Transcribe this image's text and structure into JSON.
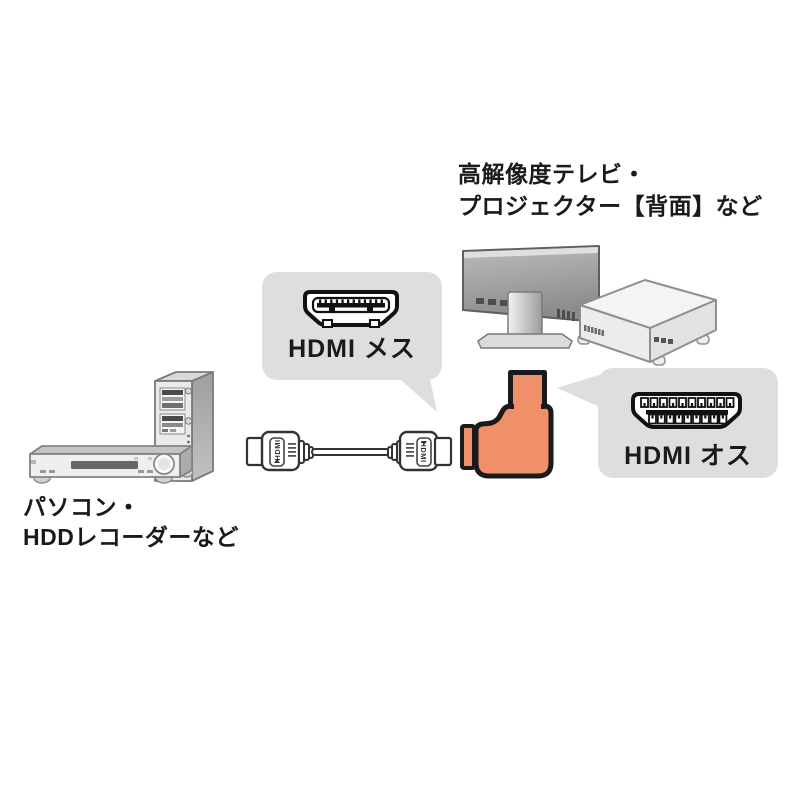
{
  "annotations": {
    "destination": {
      "line1": "高解像度テレビ・",
      "line2": "プロジェクター【背面】など"
    },
    "source": {
      "line1": "パソコン・",
      "line2": "HDDレコーダーなど"
    },
    "female_bubble_label": "HDMI メス",
    "male_bubble_label": "HDMI オス"
  },
  "cable": {
    "connector_left_label": "HDMI",
    "connector_right_label": "HDMI"
  },
  "icons": {
    "female_port": "hdmi-female-port-icon",
    "male_plug": "hdmi-male-plug-icon"
  },
  "colors": {
    "adapter_orange": "#F0906B",
    "bubble_gray": "#DEDEDC",
    "outline": "#1A1A1A",
    "text": "#1A1A1A",
    "background": "#FFFFFF"
  }
}
